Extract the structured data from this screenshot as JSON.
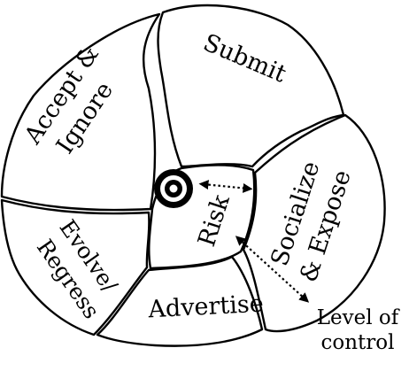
{
  "diagram": {
    "center_label": "Risk",
    "segments": {
      "accept_ignore": {
        "line1": "Accept &",
        "line2": "Ignore"
      },
      "submit": {
        "label": "Submit"
      },
      "socialize_expose": {
        "line1": "Socialize",
        "line2": "& Expose"
      },
      "advertise": {
        "label": "Advertise"
      },
      "evolve_regress": {
        "line1": "Evolve/",
        "line2": "Regress"
      }
    },
    "level_of_control": {
      "line1": "Level of",
      "line2": "control"
    },
    "colors": {
      "ink": "#000000",
      "paper": "#ffffff"
    },
    "icons": {
      "target": "bullseye-target-icon"
    }
  }
}
